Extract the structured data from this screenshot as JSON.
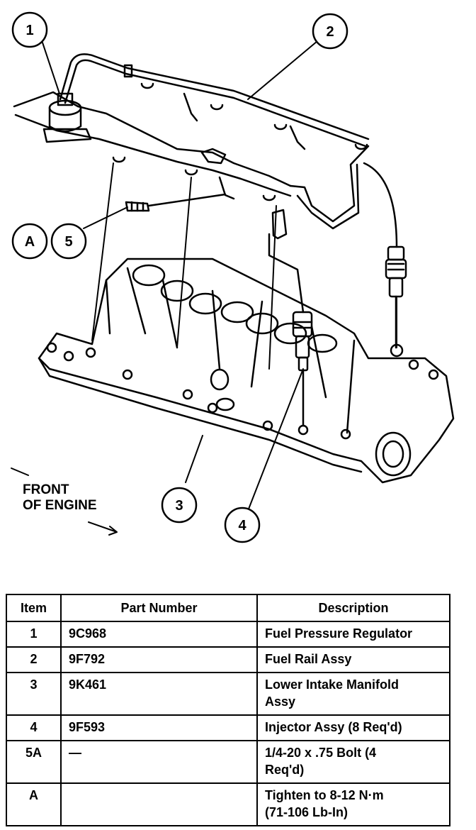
{
  "diagram": {
    "callouts": [
      "1",
      "2",
      "3",
      "4",
      "5",
      "A"
    ],
    "front_label_line1": "FRONT",
    "front_label_line2": "OF ENGINE"
  },
  "table": {
    "headers": [
      "Item",
      "Part Number",
      "Description"
    ],
    "rows": [
      {
        "item": "1",
        "part": "9C968",
        "desc_1": "Fuel Pressure Regulator",
        "desc_2": ""
      },
      {
        "item": "2",
        "part": "9F792",
        "desc_1": "Fuel Rail Assy",
        "desc_2": ""
      },
      {
        "item": "3",
        "part": "9K461",
        "desc_1": "Lower Intake Manifold",
        "desc_2": "Assy"
      },
      {
        "item": "4",
        "part": "9F593",
        "desc_1": "Injector Assy (8 Req'd)",
        "desc_2": ""
      },
      {
        "item": "5A",
        "part": "—",
        "desc_1": "1/4-20 x .75 Bolt (4",
        "desc_2": "Req'd)"
      },
      {
        "item": "A",
        "part": "",
        "desc_1": "Tighten to 8-12 N·m",
        "desc_2": "(71-106 Lb-In)"
      }
    ]
  }
}
